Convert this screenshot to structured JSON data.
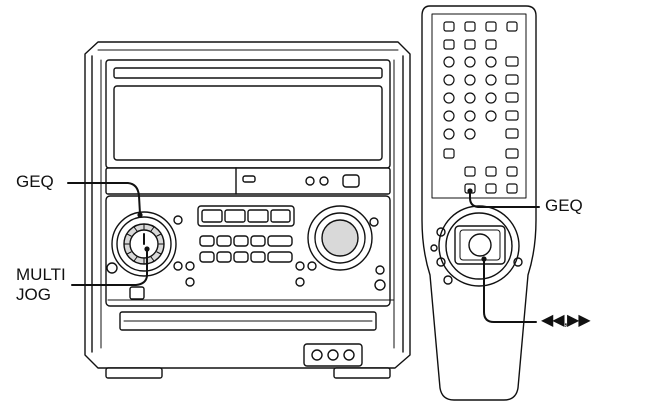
{
  "labels": {
    "geq_left": "GEQ",
    "multi_jog_line1": "MULTI",
    "multi_jog_line2": "JOG",
    "geq_remote": "GEQ",
    "skip_buttons": "◀◀,▶▶"
  },
  "colors": {
    "line": "#111111",
    "background": "#ffffff",
    "dial_fill": "#d9d9d9",
    "panel_fill": "#ffffff"
  }
}
